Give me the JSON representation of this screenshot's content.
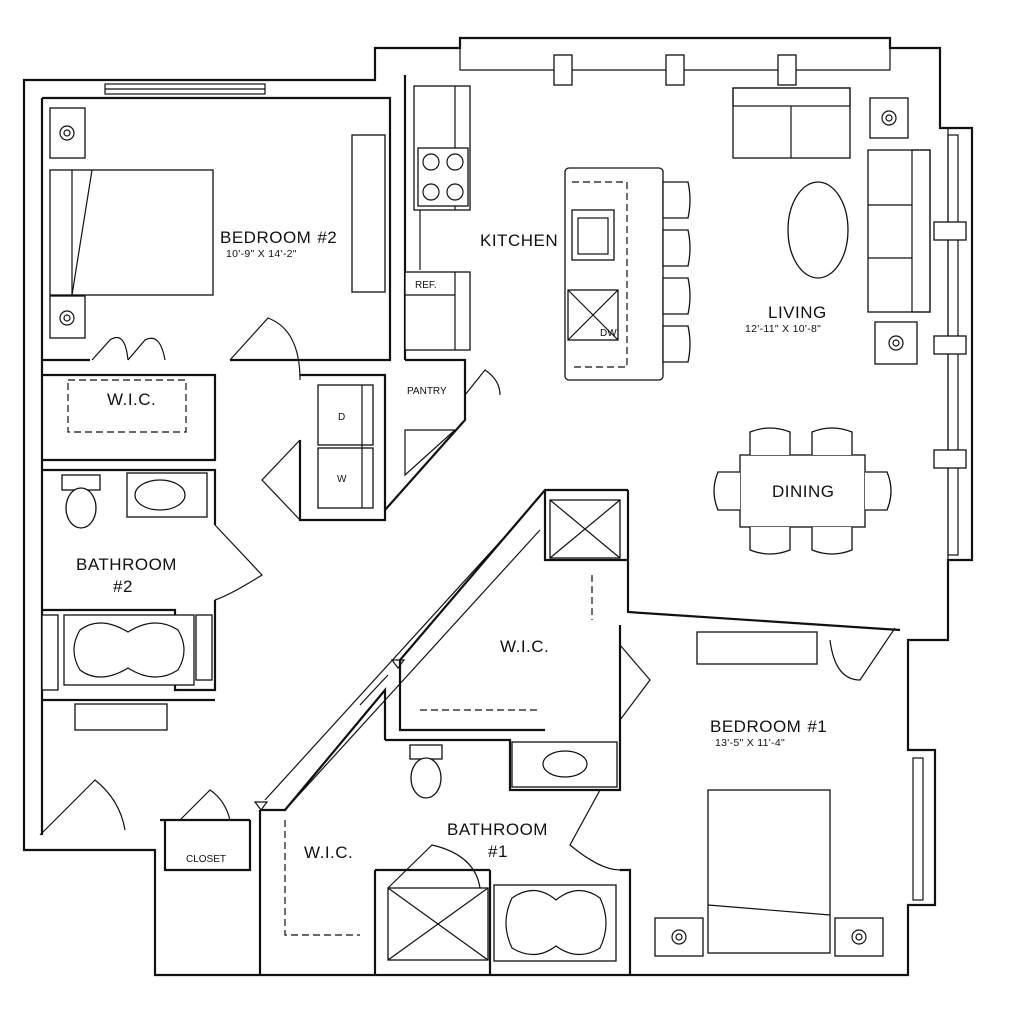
{
  "rooms": {
    "bedroom2": {
      "name": "BEDROOM",
      "num": "#2",
      "dims": "10'-9\" X 14'-2\""
    },
    "kitchen": {
      "name": "KITCHEN"
    },
    "living": {
      "name": "LIVING",
      "dims": "12'-11\" X 10'-8\""
    },
    "dining": {
      "name": "DINING"
    },
    "wic_bed2": {
      "name": "W.I.C."
    },
    "bathroom2": {
      "name": "BATHROOM",
      "num": "#2"
    },
    "wic_center": {
      "name": "W.I.C."
    },
    "bedroom1": {
      "name": "BEDROOM",
      "num": "#1",
      "dims": "13'-5\" X 11'-4\""
    },
    "bathroom1": {
      "name": "BATHROOM",
      "num": "#1"
    },
    "wic_lower": {
      "name": "W.I.C."
    },
    "closet": {
      "name": "CLOSET"
    },
    "pantry": {
      "name": "PANTRY"
    }
  },
  "fixtures": {
    "refrigerator": "REF.",
    "dryer": "D",
    "washer": "W",
    "dishwasher": "DW"
  }
}
